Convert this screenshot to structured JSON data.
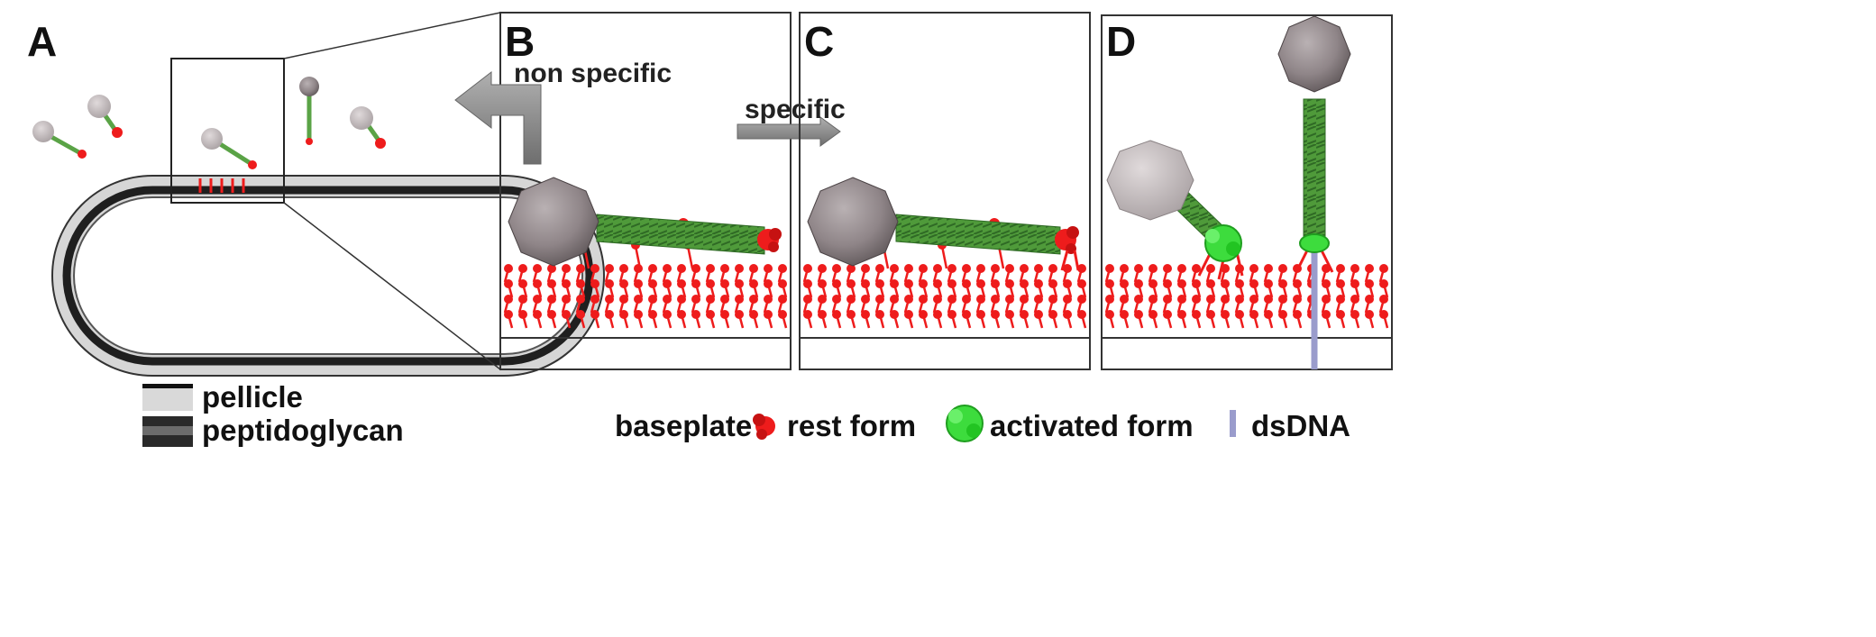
{
  "panels": {
    "a": "A",
    "b": "B",
    "c": "C",
    "d": "D"
  },
  "arrows": {
    "non_specific": "non specific",
    "specific": "specific"
  },
  "legend_cell": {
    "pellicle": "pellicle",
    "peptidoglycan": "peptidoglycan"
  },
  "legend_phage": {
    "baseplate": "baseplate",
    "rest_form": "rest form",
    "activated_form": "activated form",
    "dsdna": "dsDNA"
  },
  "colors": {
    "receptor_red": "#ee1c1c",
    "tail_green": "#4e9a3a",
    "capsid_grey": "#8f8588",
    "activated_green": "#3ddc3d",
    "dsdna_lavender": "#9a9ccc",
    "arrow_grey": "#8a8a8a"
  }
}
